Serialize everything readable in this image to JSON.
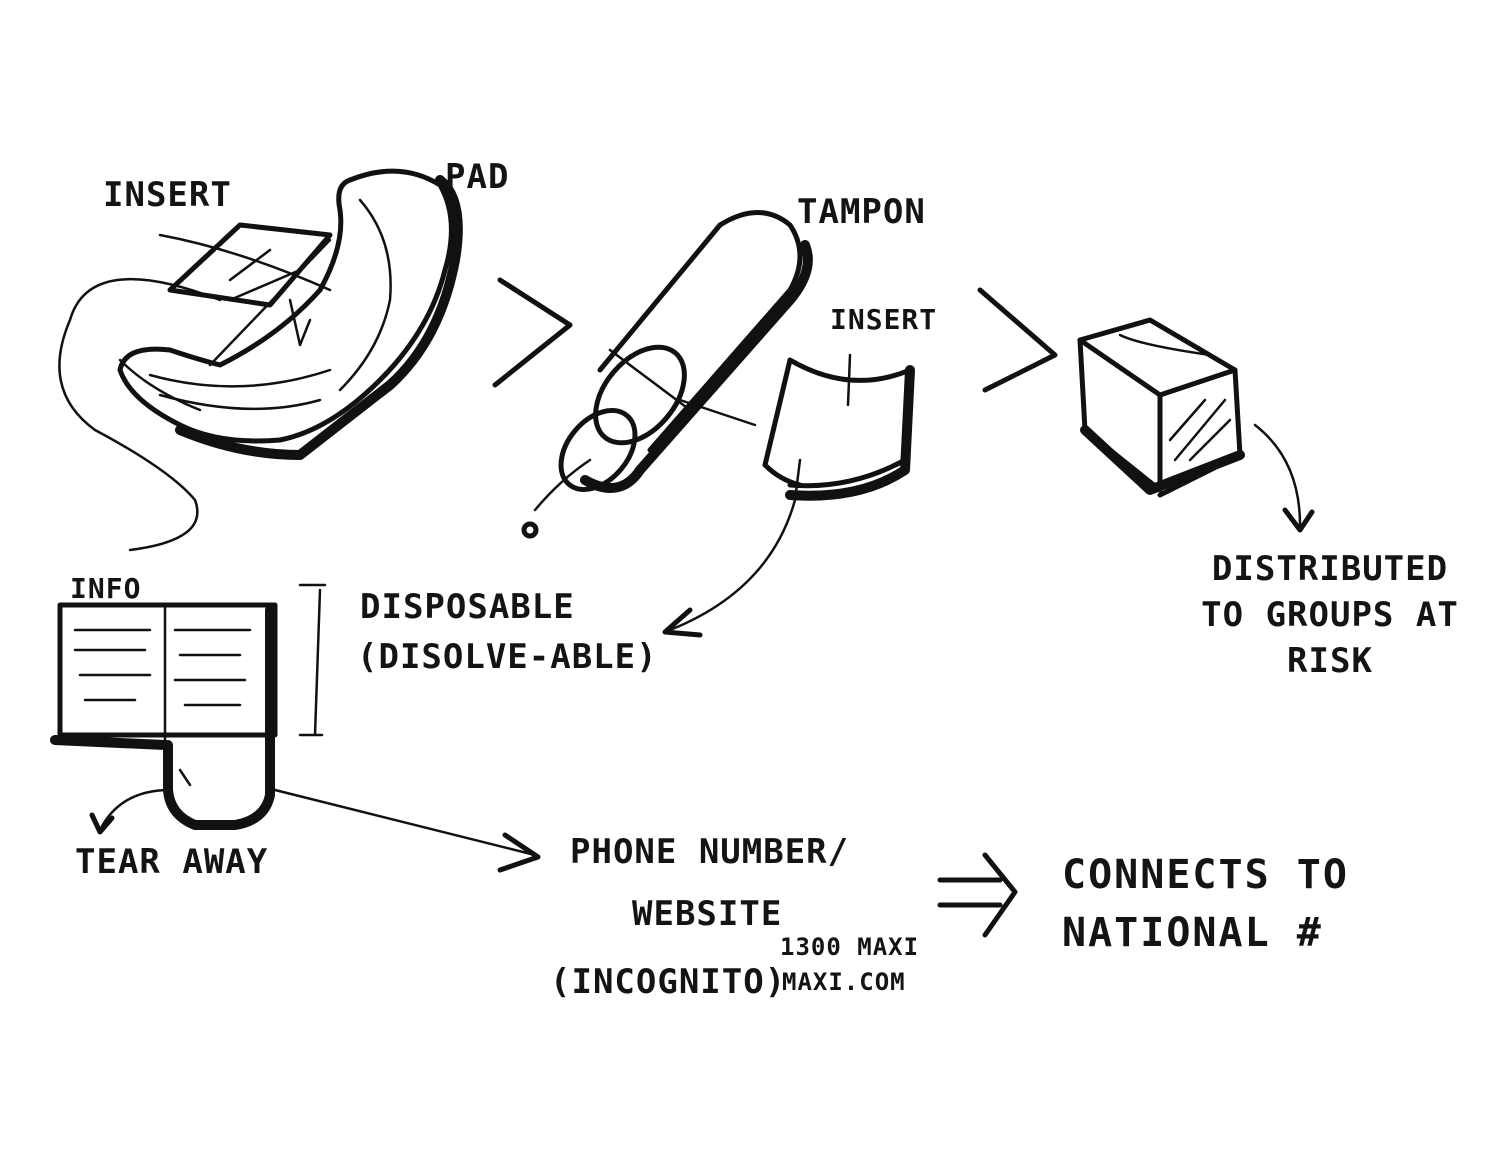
{
  "labels": {
    "insert_pad": "INSERT",
    "pad": "PAD",
    "tampon": "TAMPON",
    "insert_tampon": "INSERT",
    "info": "INFO",
    "disposable": "DISPOSABLE",
    "dissolvable": "(DISOLVE-ABLE)",
    "distributed": [
      "DISTRIBUTED",
      "TO GROUPS AT",
      "RISK"
    ],
    "tear_away": "TEAR AWAY",
    "phone_number": "PHONE NUMBER/",
    "website": "WEBSITE",
    "incognito": "(INCOGNITO)",
    "phone_example": "1300 MAXI",
    "web_example": "MAXI.COM",
    "connects": [
      "CONNECTS TO",
      "NATIONAL #"
    ]
  }
}
